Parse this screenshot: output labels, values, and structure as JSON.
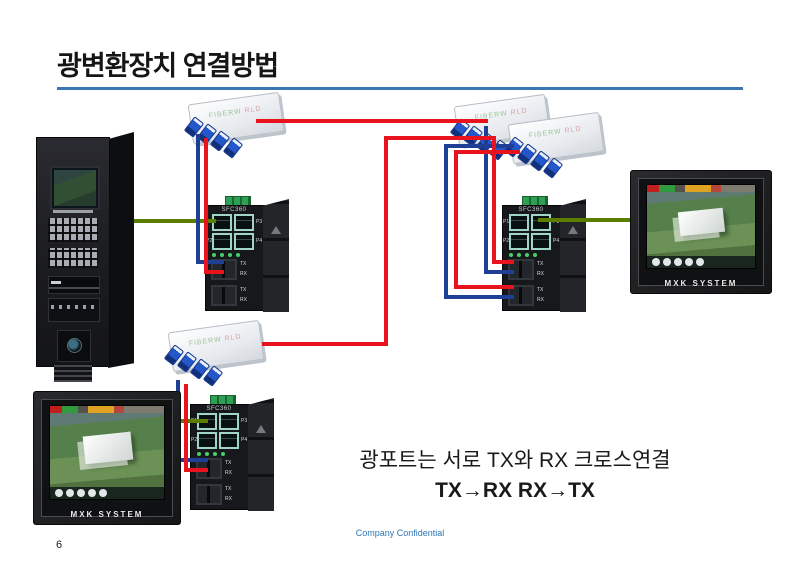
{
  "slide": {
    "title": "광변환장치 연결방법",
    "note_line1": "광포트는 서로 TX와 RX 크로스연결",
    "note_line2": "TX→RX  RX→TX",
    "footer": "Company Confidential",
    "page_number": "6"
  },
  "devices": {
    "switch_label": "SFC360",
    "switch_port_labels": [
      "P1",
      "P2",
      "P3",
      "P4"
    ],
    "fiber_port_labels": [
      "TX",
      "RX"
    ],
    "transceiver_brand_a": "FIBERW",
    "transceiver_brand_b": "RLD",
    "monitor_label": "MXK SYSTEM"
  },
  "colors": {
    "cable_red": "#e8131c",
    "cable_blue": "#1f3e96",
    "cable_green": "#5b7e00",
    "title_rule_blue": "#3b77b5",
    "footer_blue": "#2e75b6",
    "transceiver_plug_blue": "#2457c9",
    "terminal_green": "#2f9e57"
  }
}
